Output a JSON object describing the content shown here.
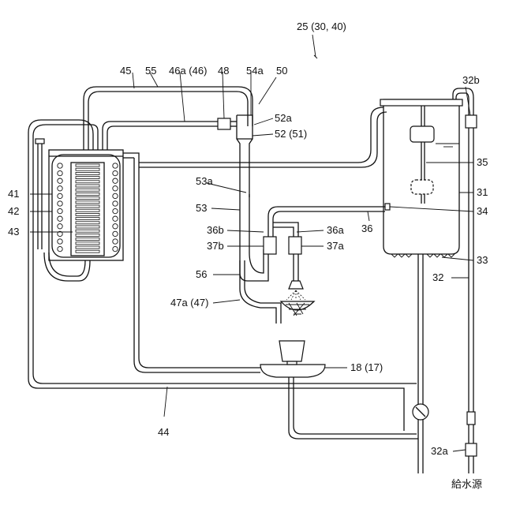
{
  "labels": {
    "title": "25 (30, 40)",
    "l45": "45",
    "l55": "55",
    "l46a": "46a (46)",
    "l48": "48",
    "l54a": "54a",
    "l50": "50",
    "l32b": "32b",
    "l52a": "52a",
    "l52": "52 (51)",
    "l35": "35",
    "l41": "41",
    "l42": "42",
    "l43": "43",
    "l53a": "53a",
    "l31": "31",
    "l53": "53",
    "l34": "34",
    "l36": "36",
    "l36b": "36b",
    "l36a": "36a",
    "l37b": "37b",
    "l37a": "37a",
    "l33": "33",
    "l56": "56",
    "l32": "32",
    "l47a": "47a (47)",
    "l18": "18 (17)",
    "l44": "44",
    "l32a": "32a",
    "source": "給水源"
  }
}
